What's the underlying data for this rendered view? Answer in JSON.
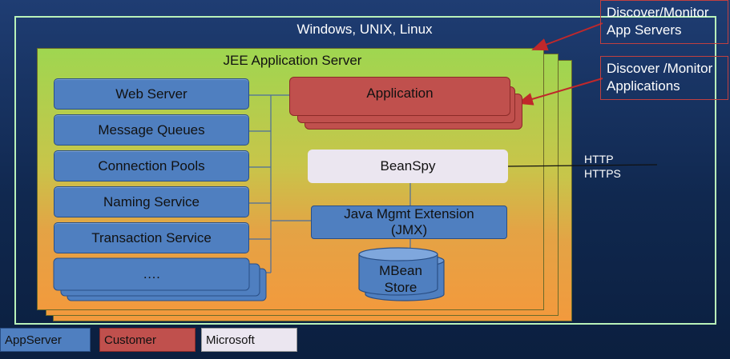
{
  "platform": {
    "os_label": "Windows, UNIX, Linux"
  },
  "server": {
    "title": "JEE Application Server",
    "services": [
      "Web Server",
      "Message Queues",
      "Connection Pools",
      "Naming Service",
      "Transaction Service",
      "…."
    ]
  },
  "application": {
    "label": "Application"
  },
  "beanspy": {
    "label": "BeanSpy"
  },
  "jmx": {
    "line1": "Java Mgmt Extension",
    "line2": "(JMX)"
  },
  "mbean_store": {
    "line1": "MBean",
    "line2": "Store"
  },
  "protocols": {
    "line1": "HTTP",
    "line2": "HTTPS"
  },
  "callouts": {
    "discover_servers_line1": "Discover/Monitor",
    "discover_servers_line2": "App Servers",
    "discover_apps_line1": "Discover /Monitor",
    "discover_apps_line2": "Applications"
  },
  "legend": {
    "appserver": "AppServer",
    "customer": "Customer",
    "microsoft": "Microsoft"
  },
  "colors": {
    "appserver_blue": "#4f7fc0",
    "customer_red": "#c0504d",
    "microsoft_lavender": "#ebe6f0",
    "callout_border": "#c04040",
    "os_border": "#b9f2b9"
  }
}
